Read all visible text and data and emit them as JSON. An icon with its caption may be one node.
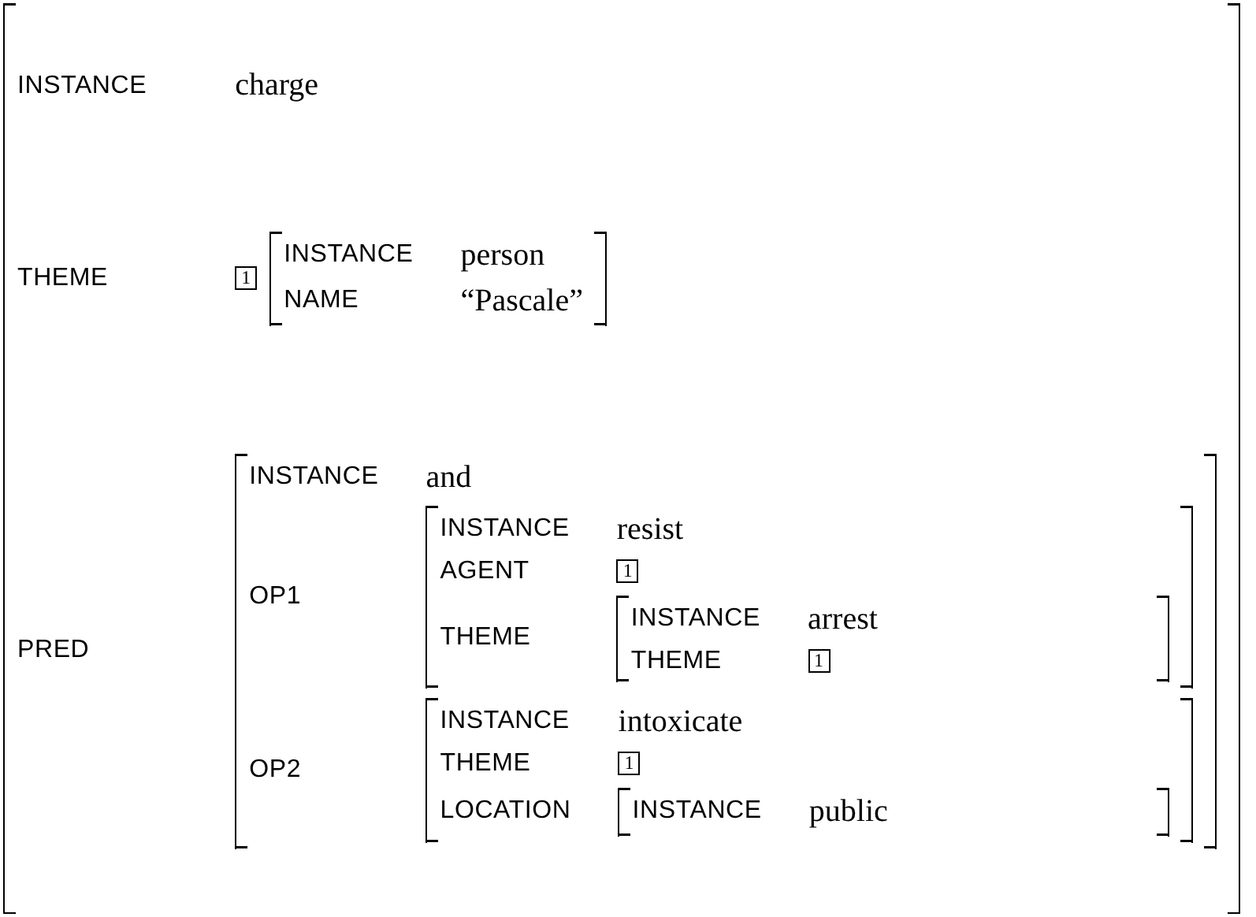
{
  "diagram": {
    "nodes": [
      {
        "text": [
          "INSTANCE",
          "charge",
          "THEME",
          "PRED"
        ]
      },
      {
        "text": [
          "1"
        ],
        "in": 0
      },
      {
        "text": [
          "INSTANCE",
          "person",
          "NAME",
          "“Pascale”"
        ],
        "in": 0
      },
      {
        "text": [
          "INSTANCE",
          "and",
          "OP1",
          "OP2"
        ],
        "in": 0
      },
      {
        "text": [
          "INSTANCE",
          "resist",
          "AGENT",
          "THEME"
        ],
        "in": 3
      },
      {
        "text": [
          "1"
        ],
        "in": 4
      },
      {
        "text": [
          "INSTANCE",
          "arrest",
          "THEME"
        ],
        "in": 4
      },
      {
        "text": [
          "1"
        ],
        "in": 6
      },
      {
        "text": [
          "INSTANCE",
          "intoxicate",
          "THEME",
          "LOCATION"
        ],
        "in": 3
      },
      {
        "text": [
          "1"
        ],
        "in": 8
      },
      {
        "text": [
          "INSTANCE",
          "public"
        ],
        "in": 8
      }
    ]
  }
}
